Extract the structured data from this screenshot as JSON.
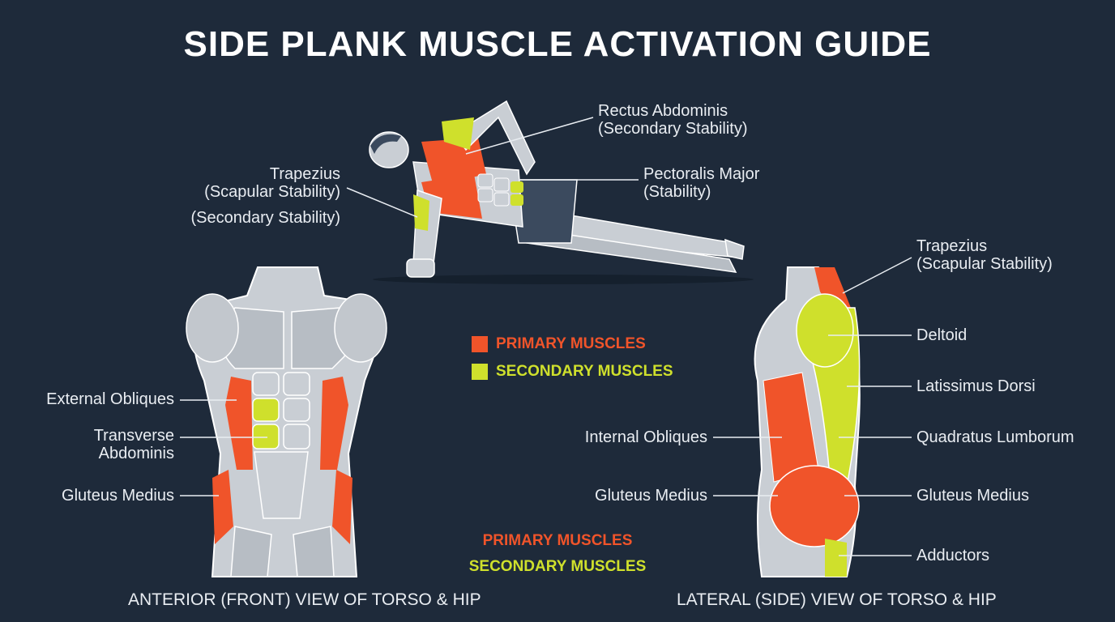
{
  "title": "SIDE PLANK MUSCLE ACTIVATION GUIDE",
  "colors": {
    "background": "#1e2a3a",
    "primary": "#f0542a",
    "secondary": "#cfe02c",
    "body": "#c9ced4"
  },
  "plank_labels": {
    "rectus": {
      "name": "Rectus Abdominis",
      "role": "(Secondary Stability)"
    },
    "pectoralis": {
      "name": "Pectoralis Major",
      "role": "(Stability)"
    },
    "trapezius": {
      "name": "Trapezius",
      "role": "(Scapular Stability)",
      "extra": "(Secondary Stability)"
    }
  },
  "legend_center": {
    "primary": "PRIMARY MUSCLES",
    "secondary": "SECONDARY MUSCLES"
  },
  "legend_bottom": {
    "primary": "PRIMARY MUSCLES",
    "secondary": "SECONDARY MUSCLES"
  },
  "anterior": {
    "caption": "ANTERIOR (FRONT) VIEW OF TORSO & HIP",
    "labels": {
      "external_obliques": "External Obliques",
      "transverse_1": "Transverse",
      "transverse_2": "Abdominis",
      "gluteus_medius": "Gluteus Medius"
    }
  },
  "lateral": {
    "caption": "LATERAL (SIDE) VIEW OF TORSO & HIP",
    "labels": {
      "trapezius": "Trapezius",
      "trapezius_role": "(Scapular Stability)",
      "deltoid": "Deltoid",
      "latissimus": "Latissimus Dorsi",
      "quadratus": "Quadratus Lumborum",
      "internal_obliques": "Internal Obliques",
      "gluteus_left": "Gluteus Medius",
      "gluteus_right": "Gluteus Medius",
      "adductors": "Adductors"
    }
  }
}
